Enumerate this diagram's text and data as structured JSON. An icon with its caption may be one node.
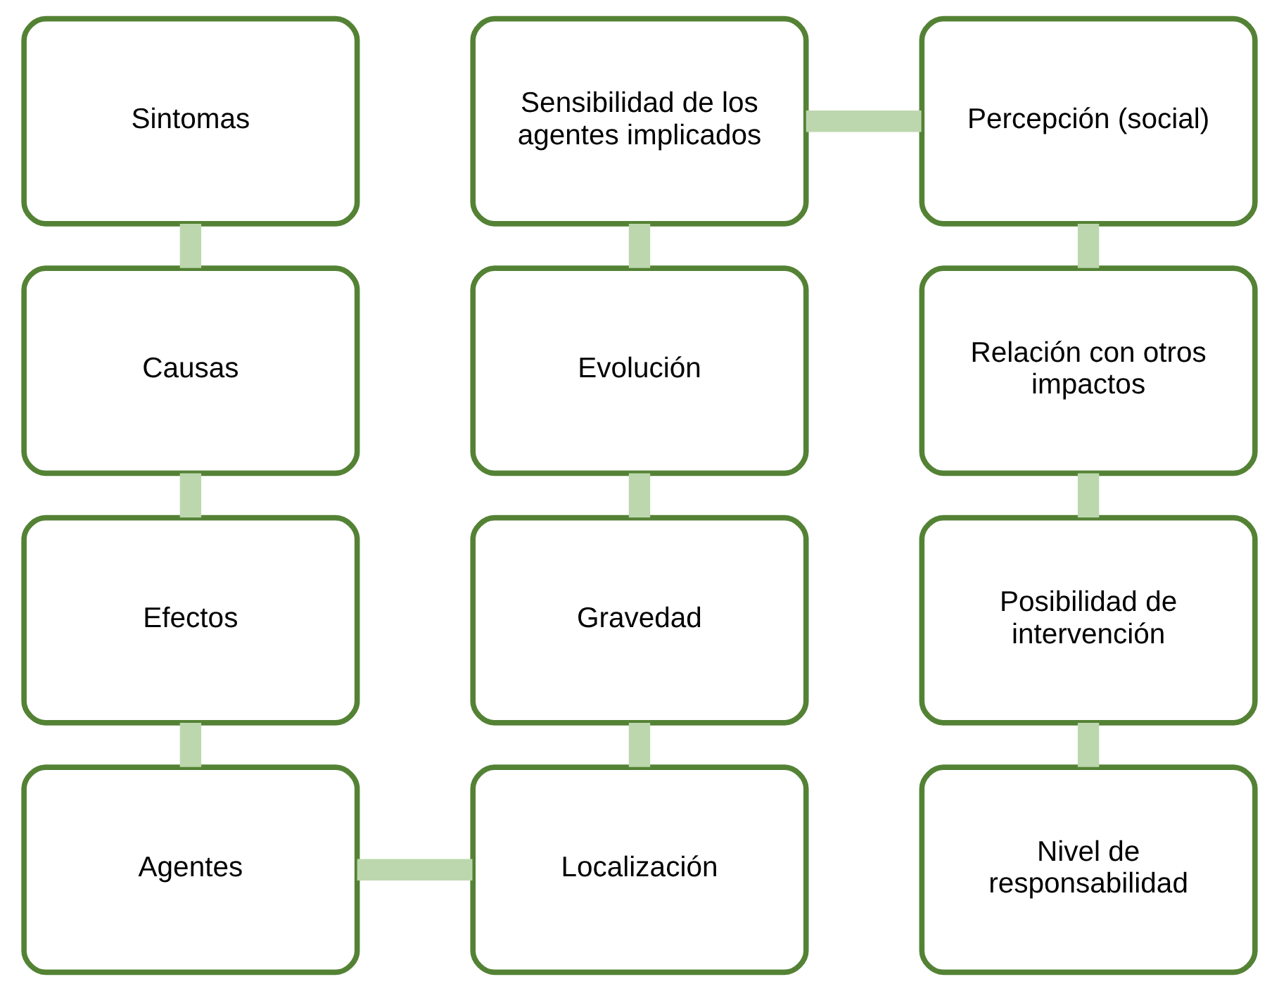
{
  "diagram": {
    "nodes": [
      {
        "text": [
          "Sintomas"
        ]
      },
      {
        "text": [
          "Causas"
        ]
      },
      {
        "text": [
          "Efectos"
        ]
      },
      {
        "text": [
          "Agentes"
        ]
      },
      {
        "text": [
          "Localización"
        ]
      },
      {
        "text": [
          "Gravedad"
        ]
      },
      {
        "text": [
          "Evolución"
        ]
      },
      {
        "text": [
          "Sensibilidad de los agentes implicados"
        ]
      },
      {
        "text": [
          "Percepción (social)"
        ]
      },
      {
        "text": [
          "Relación con otros impactos"
        ]
      },
      {
        "text": [
          "Posibilidad de intervención"
        ]
      },
      {
        "text": [
          "Nivel de responsabilidad"
        ]
      }
    ],
    "edges": [
      {
        "from": 0,
        "to": 1,
        "arrow": "none"
      },
      {
        "from": 1,
        "to": 2,
        "arrow": "none"
      },
      {
        "from": 2,
        "to": 3,
        "arrow": "none"
      },
      {
        "from": 3,
        "to": 4,
        "arrow": "none"
      },
      {
        "from": 4,
        "to": 5,
        "arrow": "none"
      },
      {
        "from": 5,
        "to": 6,
        "arrow": "none"
      },
      {
        "from": 6,
        "to": 7,
        "arrow": "none"
      },
      {
        "from": 7,
        "to": 8,
        "arrow": "none"
      },
      {
        "from": 8,
        "to": 9,
        "arrow": "none"
      },
      {
        "from": 9,
        "to": 10,
        "arrow": "none"
      },
      {
        "from": 10,
        "to": 11,
        "arrow": "none"
      }
    ]
  }
}
